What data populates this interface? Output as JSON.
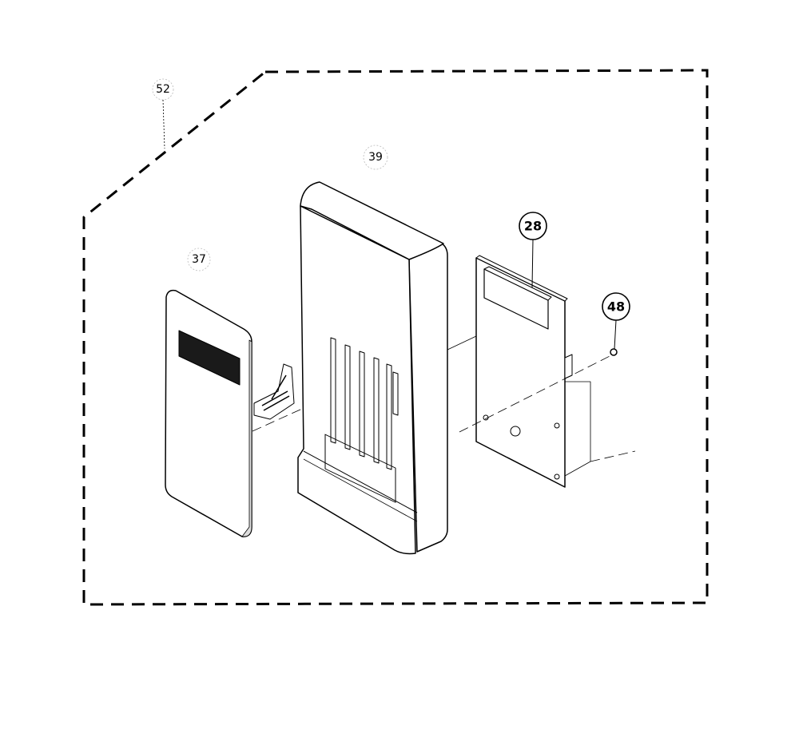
{
  "callouts": {
    "assembly": "52",
    "housing": "39",
    "keypad": "37",
    "control_board": "28",
    "screw": "48"
  },
  "colors": {
    "line": "#000000",
    "background": "#ffffff",
    "display_window": "#1a1a1a"
  }
}
